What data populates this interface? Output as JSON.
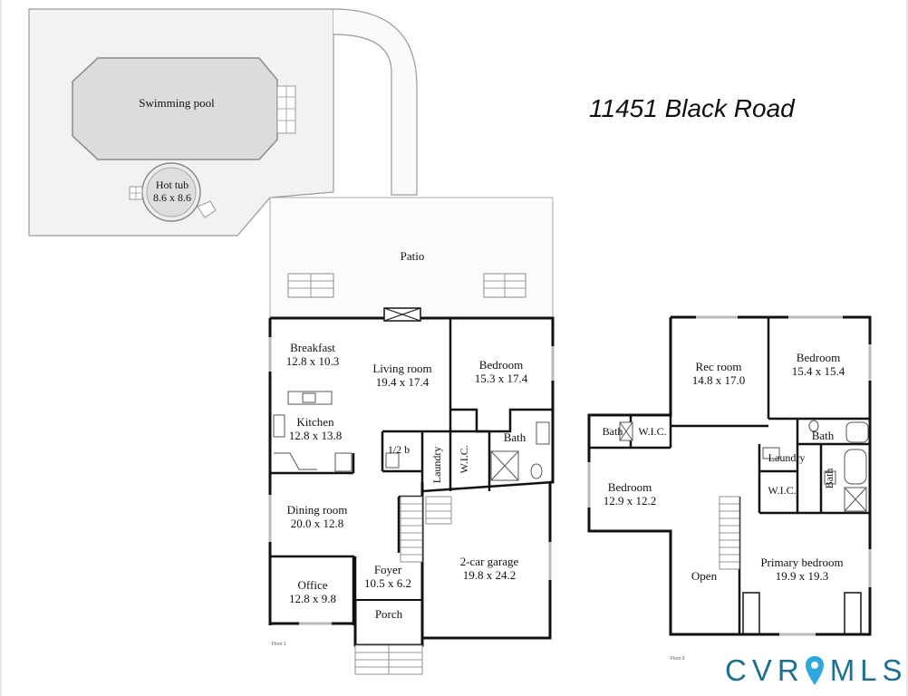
{
  "title": "11451 Black Road",
  "brand": {
    "part1": "CVR",
    "part2": "MLS",
    "pin_color": "#2ea8df",
    "text_color": "#1e6f92"
  },
  "floor_labels": {
    "floor1": "Floor 1",
    "floor2": "Floor 2"
  },
  "rooms": [
    {
      "id": "swimming-pool",
      "name": "Swimming pool",
      "dims": ""
    },
    {
      "id": "hot-tub",
      "name": "Hot tub",
      "dims": "8.6 x 8.6"
    },
    {
      "id": "patio",
      "name": "Patio",
      "dims": ""
    },
    {
      "id": "breakfast",
      "name": "Breakfast",
      "dims": "12.8 x 10.3"
    },
    {
      "id": "living-room",
      "name": "Living room",
      "dims": "19.4 x 17.4"
    },
    {
      "id": "bedroom-1",
      "name": "Bedroom",
      "dims": "15.3 x 17.4"
    },
    {
      "id": "kitchen",
      "name": "Kitchen",
      "dims": "12.8 x 13.8"
    },
    {
      "id": "half-bath",
      "name": "1/2 b",
      "dims": ""
    },
    {
      "id": "laundry-1",
      "name": "Laundry",
      "dims": ""
    },
    {
      "id": "wic-1",
      "name": "W.I.C.",
      "dims": ""
    },
    {
      "id": "bath-1",
      "name": "Bath",
      "dims": ""
    },
    {
      "id": "dining-room",
      "name": "Dining room",
      "dims": "20.0 x 12.8"
    },
    {
      "id": "garage",
      "name": "2-car garage",
      "dims": "19.8 x 24.2"
    },
    {
      "id": "office",
      "name": "Office",
      "dims": "12.8 x 9.8"
    },
    {
      "id": "foyer",
      "name": "Foyer",
      "dims": "10.5 x 6.2"
    },
    {
      "id": "porch",
      "name": "Porch",
      "dims": ""
    },
    {
      "id": "rec-room",
      "name": "Rec room",
      "dims": "14.8 x 17.0"
    },
    {
      "id": "bedroom-2",
      "name": "Bedroom",
      "dims": "15.4 x 15.4"
    },
    {
      "id": "bath-2",
      "name": "Bath",
      "dims": ""
    },
    {
      "id": "wic-2",
      "name": "W.I.C.",
      "dims": ""
    },
    {
      "id": "bath-3",
      "name": "Bath",
      "dims": ""
    },
    {
      "id": "bedroom-3",
      "name": "Bedroom",
      "dims": "12.9 x 12.2"
    },
    {
      "id": "laundry-2",
      "name": "Laundry",
      "dims": ""
    },
    {
      "id": "wic-3",
      "name": "W.I.C.",
      "dims": ""
    },
    {
      "id": "bath-4",
      "name": "Bath",
      "dims": ""
    },
    {
      "id": "open",
      "name": "Open",
      "dims": ""
    },
    {
      "id": "primary-bedroom",
      "name": "Primary bedroom",
      "dims": "19.9 x 19.3"
    }
  ]
}
